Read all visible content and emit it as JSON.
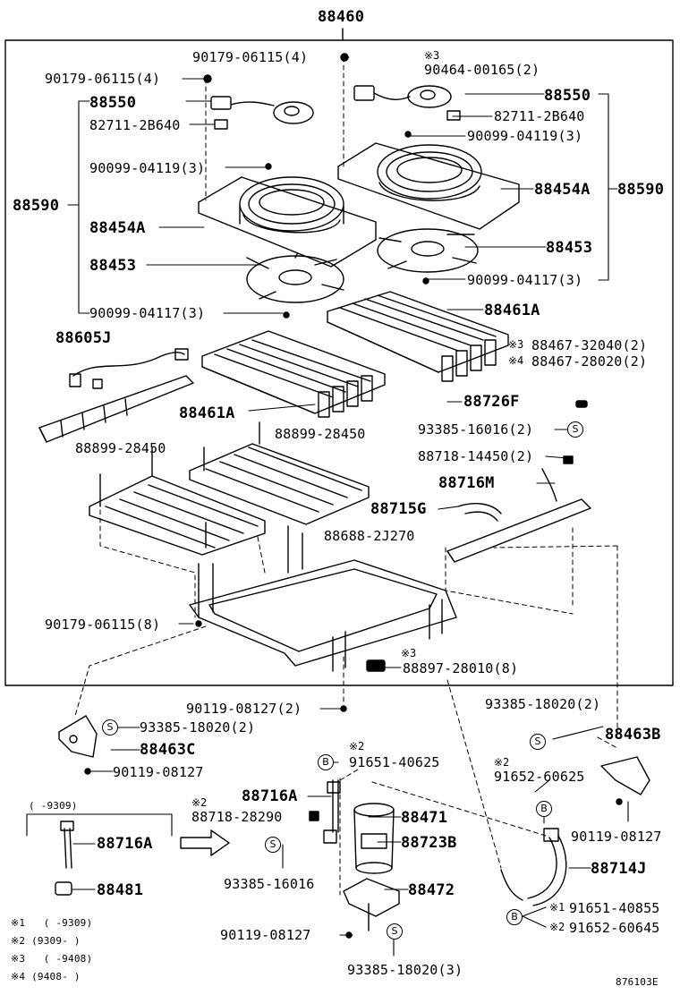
{
  "diagram_id": "876103E",
  "assembly": "88460",
  "symbols": {
    "s": "S",
    "b": "B",
    "note": "※"
  },
  "marks": {
    "m1": "※1",
    "m2": "※2",
    "m3": "※3",
    "m4": "※4"
  },
  "labels": {
    "p90179_top": "90179-06115(4)",
    "p90179_left": "90179-06115(4)",
    "p90464": "90464-00165(2)",
    "p88550_l": "88550",
    "p88550_r": "88550",
    "p82711_l": "82711-2B640",
    "p82711_r": "82711-2B640",
    "p90099_19_l": "90099-04119(3)",
    "p90099_19_r": "90099-04119(3)",
    "p88590_l": "88590",
    "p88590_r": "88590",
    "p88454a_l": "88454A",
    "p88454a_r": "88454A",
    "p88453_l": "88453",
    "p88453_r": "88453",
    "p90099_17_l": "90099-04117(3)",
    "p90099_17_r": "90099-04117(3)",
    "p88461a_r": "88461A",
    "p88461a_l": "88461A",
    "p88605j": "88605J",
    "p88467_a": "88467-32040(2)",
    "p88467_b": "88467-28020(2)",
    "p88726f": "88726F",
    "p93385_16016_2": "93385-16016(2)",
    "p88718_14450": "88718-14450(2)",
    "p88716m": "88716M",
    "p88899_l": "88899-28450",
    "p88899_r": "88899-28450",
    "p88715g": "88715G",
    "p88688": "88688-2J270",
    "p90179_8": "90179-06115(8)",
    "p88897": "88897-28010(8)",
    "p90119_2": "90119-08127(2)",
    "p93385_18020_2a": "93385-18020(2)",
    "p93385_18020_2b": "93385-18020(2)",
    "p88463c": "88463C",
    "p88463b": "88463B",
    "p90119_l": "90119-08127",
    "p91651_40625": "91651-40625",
    "p91652_60625": "91652-60625",
    "p88716a_c": "88716A",
    "p88718_28290": "88718-28290",
    "p88471": "88471",
    "p88723b": "88723B",
    "p93385_16016": "93385-16016",
    "p88472": "88472",
    "p90119_c": "90119-08127",
    "p93385_18020_3": "93385-18020(3)",
    "p90119_r": "90119-08127",
    "p88714j": "88714J",
    "p91651_40855": "91651-40855",
    "p91652_60645": "91652-60645",
    "p88716a_l": "88716A",
    "p88481": "88481",
    "range_box": "(    -9309)"
  },
  "notes": [
    {
      "mark": "※1",
      "range": "(    -9309)"
    },
    {
      "mark": "※2",
      "range": "(9309-     )"
    },
    {
      "mark": "※3",
      "range": "(    -9408)"
    },
    {
      "mark": "※4",
      "range": "(9408-     )"
    }
  ]
}
